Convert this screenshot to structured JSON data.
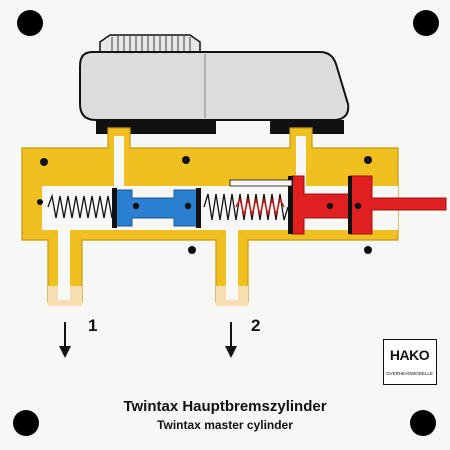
{
  "title": "Twintax Hauptbremszylinder",
  "subtitle": "Twintax master cylinder",
  "ports": [
    "1",
    "2"
  ],
  "logo": {
    "text": "HAKO",
    "subtext": "OVERHEADMODELLE"
  },
  "colors": {
    "housing": "#f0c020",
    "reservoir": "#dcdcdc",
    "piston_secondary": "#2a7fd0",
    "piston_primary": "#e02020",
    "seal": "#111111",
    "spring_secondary": "#111111",
    "spring_primary": "#d01010"
  }
}
